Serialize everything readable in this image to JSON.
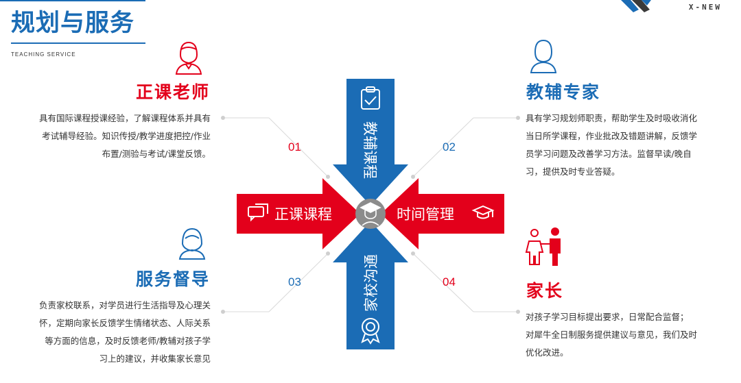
{
  "header": {
    "title": "规划与服务",
    "subtitle": "TEACHING SERVICE",
    "logo_text": "X-NEW"
  },
  "roles": [
    {
      "name": "正课老师",
      "description_lines": [
        "具有国际课程授课经验，了解课程体系并具有",
        "考试辅导经验。知识传授/教学进度把控/作业",
        "布置/测验与考试/课堂反馈。"
      ],
      "number": "01"
    },
    {
      "name": "教辅专家",
      "description_lines": [
        "具有学习规划师职责，帮助学生及时吸收消化",
        "当日所学课程，作业批改及错题讲解，反馈学",
        "员学习问题及改善学习方法。监督早读/晚自",
        "习，提供及时专业答疑。"
      ],
      "number": "02"
    },
    {
      "name": "服务督导",
      "description_lines": [
        "负责家校联系，对学员进行生活指导及心理关",
        "怀，定期向家长反馈学生情绪状态、人际关系",
        "等方面的信息，及时反馈老师/教辅对孩子学",
        "习上的建议，并收集家长意见"
      ],
      "number": "03"
    },
    {
      "name": "家长",
      "description_lines": [
        "对孩子学习目标提出要求，日常配合监督；",
        "对犀牛全日制服务提供建议与意见，我们及时",
        "优化改进。"
      ],
      "number": "04"
    }
  ],
  "arrows": {
    "top": "教辅课程",
    "bottom": "家校沟通",
    "left": "正课课程",
    "right": "时间管理"
  },
  "colors": {
    "red": "#e3001b",
    "blue": "#1b6cb5",
    "gray": "#7d7d7d"
  }
}
